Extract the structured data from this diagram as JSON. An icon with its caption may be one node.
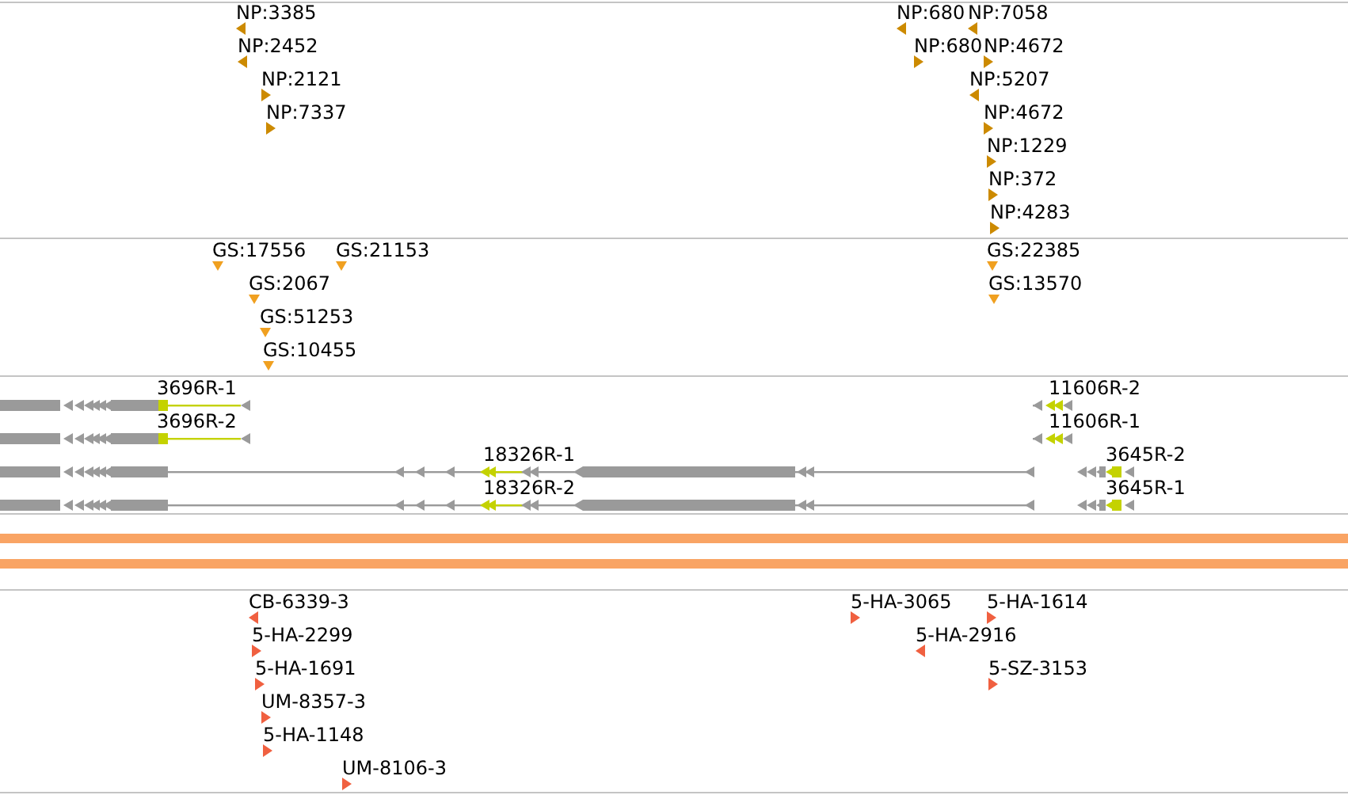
{
  "diagram": {
    "labels": [
      "NP:3385",
      "NP:680",
      "NP:7058",
      "NP:2452",
      "NP:680",
      "NP:4672",
      "NP:2121",
      "NP:5207",
      "NP:7337",
      "NP:4672",
      "NP:1229",
      "NP:372",
      "NP:4283",
      "GS:17556",
      "GS:21153",
      "GS:22385",
      "GS:2067",
      "GS:13570",
      "GS:51253",
      "GS:10455",
      "3696R-1",
      "11606R-2",
      "3696R-2",
      "11606R-1",
      "18326R-1",
      "3645R-2",
      "18326R-2",
      "3645R-1",
      "CB-6339-3",
      "5-HA-3065",
      "5-HA-1614",
      "5-HA-2299",
      "5-HA-2916",
      "5-HA-1691",
      "5-SZ-3153",
      "UM-8357-3",
      "5-HA-1148",
      "UM-8106-3"
    ]
  }
}
